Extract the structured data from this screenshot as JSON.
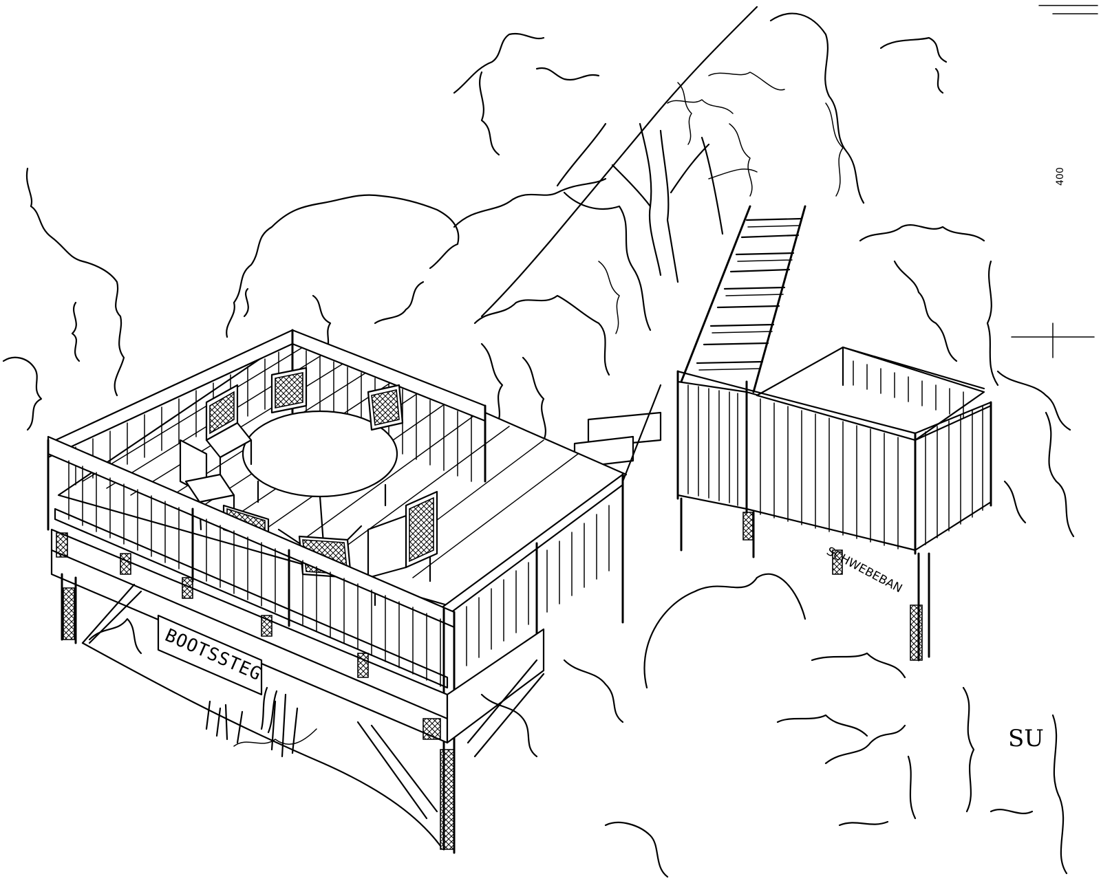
{
  "sign": {
    "text": "BOOTSSTEG"
  },
  "walkway_label": {
    "text": "SCHWEBEBAN"
  },
  "corner_mark": {
    "text": "SU"
  },
  "edge_dimension": {
    "text": "400"
  }
}
